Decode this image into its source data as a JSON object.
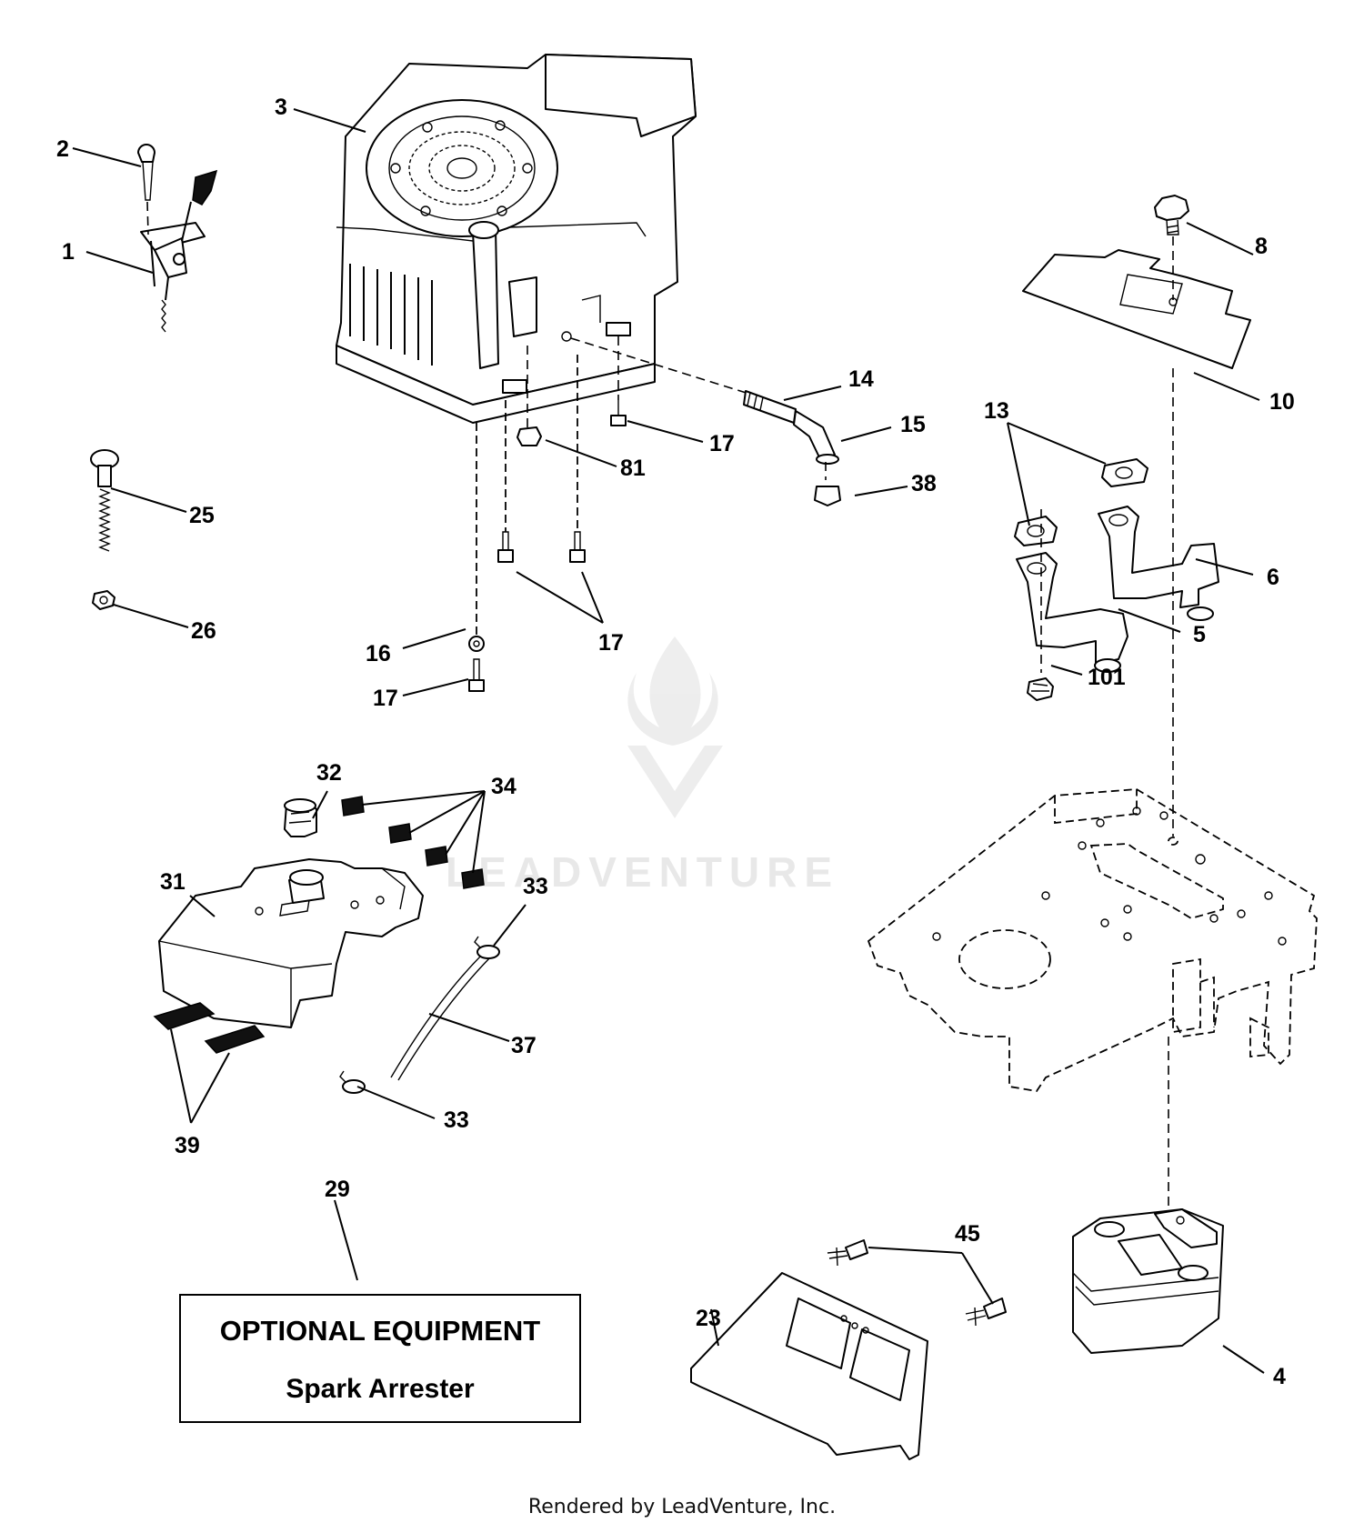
{
  "watermark": {
    "text": "LEADVENTURE"
  },
  "callouts": {
    "c1": "1",
    "c2": "2",
    "c3": "3",
    "c4": "4",
    "c5": "5",
    "c6": "6",
    "c8": "8",
    "c10": "10",
    "c13": "13",
    "c14": "14",
    "c15": "15",
    "c16": "16",
    "c17a": "17",
    "c17b": "17",
    "c17c": "17",
    "c23": "23",
    "c25": "25",
    "c26": "26",
    "c29": "29",
    "c31": "31",
    "c32": "32",
    "c33a": "33",
    "c33b": "33",
    "c34": "34",
    "c37": "37",
    "c38": "38",
    "c39": "39",
    "c45": "45",
    "c81": "81",
    "c101": "101"
  },
  "optional_box": {
    "title": "OPTIONAL EQUIPMENT",
    "subtitle": "Spark Arrester"
  },
  "footer": {
    "text": "Rendered by LeadVenture, Inc."
  }
}
